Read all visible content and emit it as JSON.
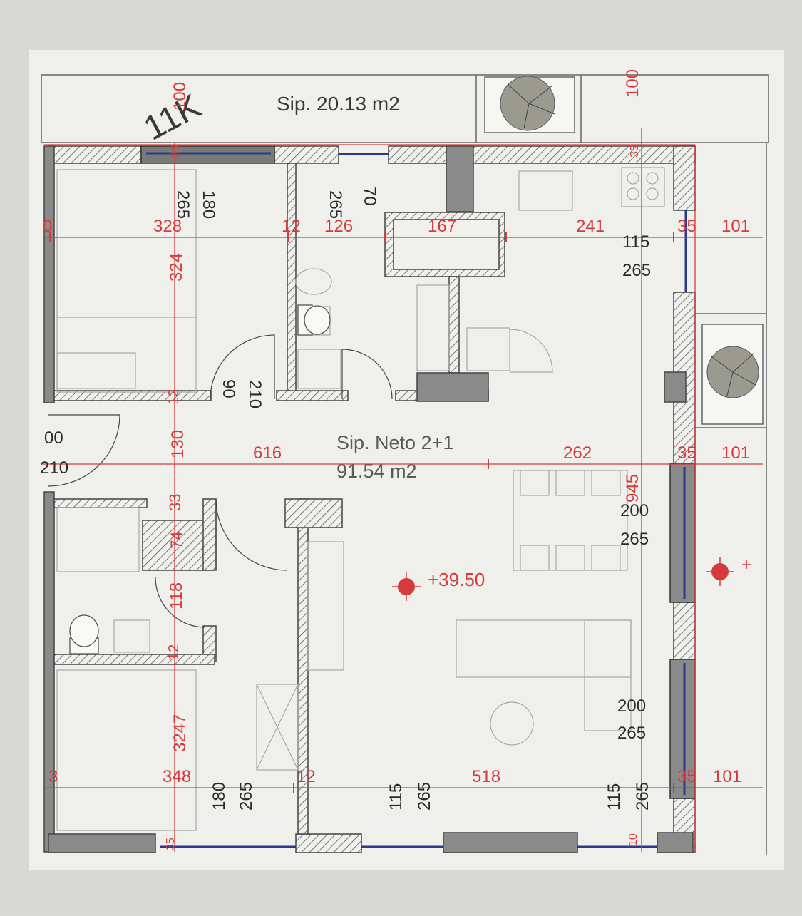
{
  "labels": {
    "unit_code": "11K",
    "terrace_area": "Sip. 20.13 m2",
    "net_title": "Sip. Neto 2+1",
    "net_area": "91.54 m2",
    "elevation": "+39.50",
    "elevation_right": "+"
  },
  "dims_red": {
    "d100_top": "100",
    "d100_right": "100",
    "d35_a": "35",
    "d35_b": "35",
    "d0": "0",
    "d328": "328",
    "d12_a": "12",
    "d126": "126",
    "d167": "167",
    "d241": "241",
    "d35_c": "35",
    "d101_a": "101",
    "d324": "324",
    "d12_b": "12",
    "d00": "00",
    "d210_left": "210",
    "d130": "130",
    "d616": "616",
    "d262": "262",
    "d35_d": "35",
    "d101_b": "101",
    "d945": "945",
    "d33": "33",
    "d74": "74",
    "d118": "118",
    "d12_c": "12",
    "d3247": "3247",
    "d3": "3",
    "d348": "348",
    "d12_d": "12",
    "d518": "518",
    "d35_e": "35",
    "d101_c": "101",
    "d35_f": "35",
    "d10": "10"
  },
  "dims_black": {
    "w1_h": "265",
    "w1_w": "180",
    "w2_h": "265",
    "w2_w": "70",
    "w3_w": "115",
    "w3_h": "265",
    "door_w": "90",
    "door_h": "210",
    "w4_w": "200",
    "w4_h": "265",
    "w5_w": "200",
    "w5_h": "265",
    "w6_w": "180",
    "w6_h": "265",
    "w7_w": "115",
    "w7_h": "265",
    "w8_w": "115",
    "w8_h": "265"
  },
  "colors": {
    "dimension": "#d63a3a",
    "wall": "#555555",
    "glazing": "#2a3a8a",
    "background": "#f2f2ef"
  }
}
